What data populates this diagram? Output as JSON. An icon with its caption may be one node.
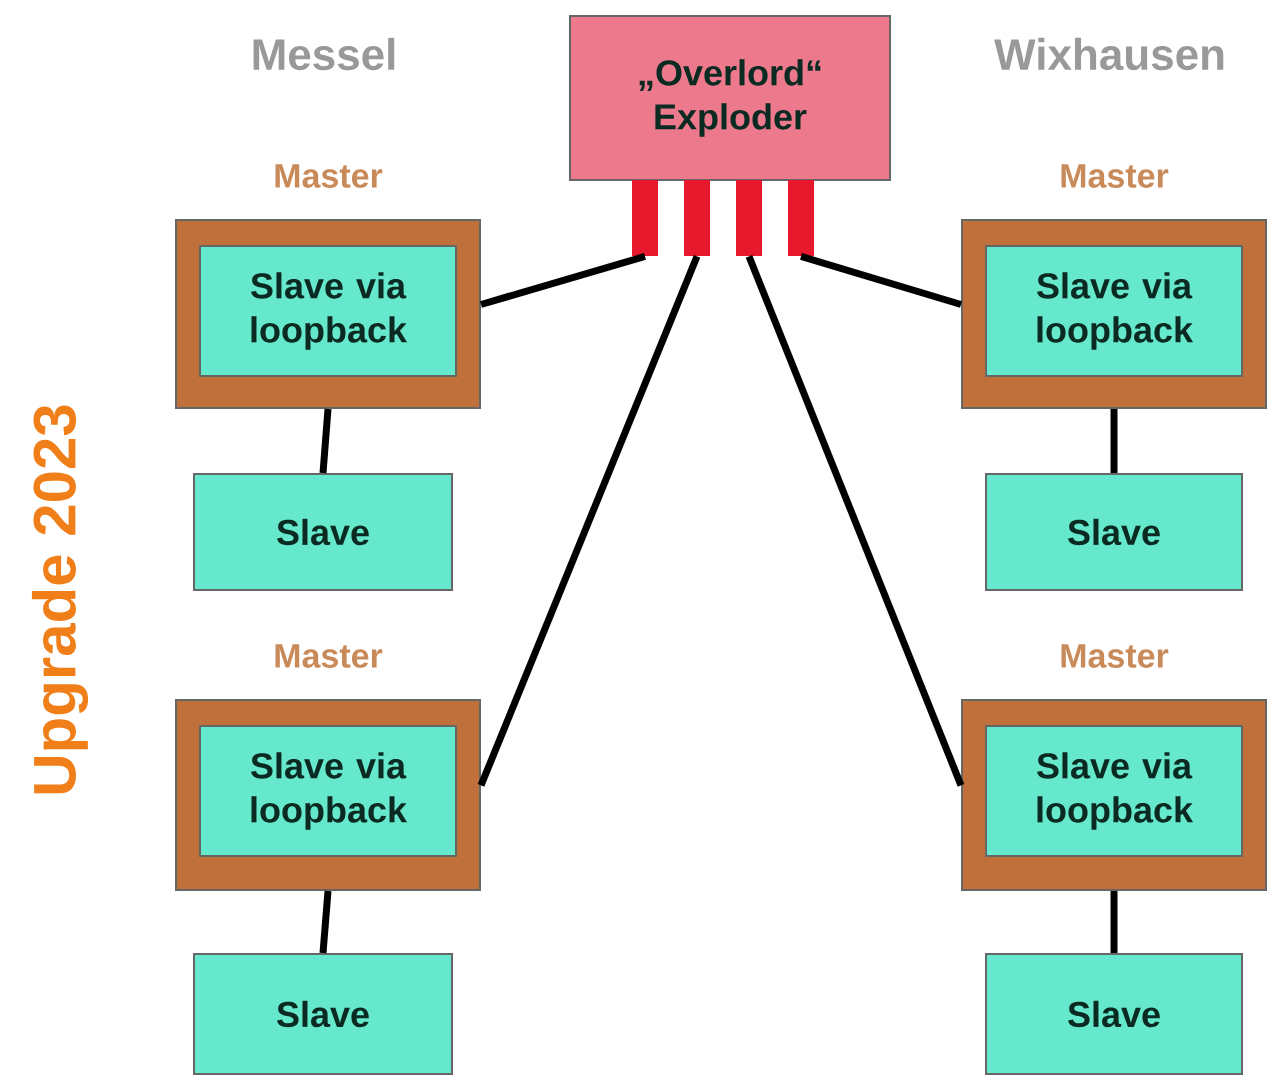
{
  "diagram": {
    "nodes": [
      {
        "text": [
          "„Overlord“ Exploder"
        ]
      },
      {
        "text": [],
        "shape": "bar"
      },
      {
        "text": [],
        "shape": "bar"
      },
      {
        "text": [],
        "shape": "bar"
      },
      {
        "text": [],
        "shape": "bar"
      },
      {
        "text": [
          "Master"
        ]
      },
      {
        "text": [
          "Slave via loopback"
        ],
        "in": 5
      },
      {
        "text": [
          "Slave"
        ]
      },
      {
        "text": [
          "Master"
        ]
      },
      {
        "text": [
          "Slave via loopback"
        ],
        "in": 8
      },
      {
        "text": [
          "Slave"
        ]
      },
      {
        "text": [
          "Master"
        ]
      },
      {
        "text": [
          "Slave via loopback"
        ],
        "in": 11
      },
      {
        "text": [
          "Slave"
        ]
      },
      {
        "text": [
          "Master"
        ]
      },
      {
        "text": [
          "Slave via loopback"
        ],
        "in": 14
      },
      {
        "text": [
          "Slave"
        ]
      }
    ],
    "edges": [
      {
        "from": 1,
        "to": 5,
        "arrow": "none"
      },
      {
        "from": 2,
        "to": 11,
        "arrow": "none"
      },
      {
        "from": 3,
        "to": 14,
        "arrow": "none"
      },
      {
        "from": 4,
        "to": 8,
        "arrow": "none"
      },
      {
        "from": 5,
        "to": 7,
        "arrow": "none"
      },
      {
        "from": 8,
        "to": 10,
        "arrow": "none"
      },
      {
        "from": 11,
        "to": 13,
        "arrow": "none"
      },
      {
        "from": 14,
        "to": 16,
        "arrow": "none"
      }
    ],
    "labels": [
      "Messel",
      "Wixhausen",
      "Upgrade 2023"
    ]
  }
}
